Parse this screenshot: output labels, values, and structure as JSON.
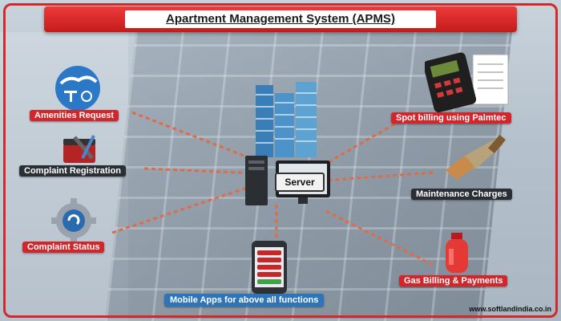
{
  "title": "Apartment Management System (APMS)",
  "server_label": "Server",
  "nodes": {
    "amenities": "Amenities Request",
    "complaint_registration": "Complaint Registration",
    "complaint_status": "Complaint Status",
    "spot_billing": "Spot billing using Palmtec",
    "maintenance": "Maintenance Charges",
    "gas_billing": "Gas Billing & Payments",
    "mobile_apps": "Mobile Apps for above all functions"
  },
  "website": "www.softlandindia.co.in",
  "colors": {
    "accent_red": "#d3262b",
    "connector": "#e06b47",
    "mobile_label": "#2d74b9"
  },
  "icons": [
    "amenities-icon",
    "tools-icon",
    "gear-icon",
    "server-icon",
    "building-icon",
    "palmtec-icon",
    "brush-icon",
    "gas-cylinder-icon",
    "mobile-phone-icon"
  ]
}
